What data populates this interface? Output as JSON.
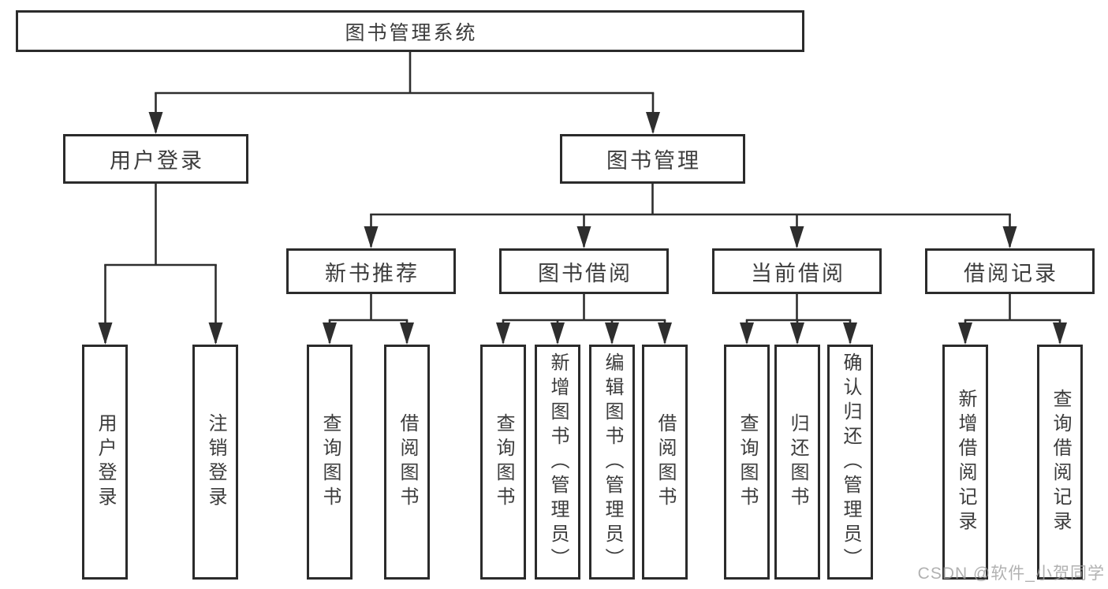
{
  "diagram": {
    "type": "hierarchy-tree",
    "tree": {
      "root": {
        "label": "图书管理系统",
        "children": [
          {
            "label": "用户登录",
            "children": [
              {
                "label": "用户登录"
              },
              {
                "label": "注销登录"
              }
            ]
          },
          {
            "label": "图书管理",
            "children": [
              {
                "label": "新书推荐",
                "children": [
                  {
                    "label": "查询图书"
                  },
                  {
                    "label": "借阅图书"
                  }
                ]
              },
              {
                "label": "图书借阅",
                "children": [
                  {
                    "label": "查询图书"
                  },
                  {
                    "label": "新增图书（管理员）"
                  },
                  {
                    "label": "编辑图书（管理员）"
                  },
                  {
                    "label": "借阅图书"
                  }
                ]
              },
              {
                "label": "当前借阅",
                "children": [
                  {
                    "label": "查询图书"
                  },
                  {
                    "label": "归还图书"
                  },
                  {
                    "label": "确认归还（管理员）"
                  }
                ]
              },
              {
                "label": "借阅记录",
                "children": [
                  {
                    "label": "新增借阅记录"
                  },
                  {
                    "label": "查询借阅记录"
                  }
                ]
              }
            ]
          }
        ]
      }
    },
    "colors": {
      "line": "#2e2e2e",
      "box_border": "#2b2b2b",
      "text": "#3c3c3c",
      "background": "#ffffff",
      "watermark": "#9e9e9e"
    }
  },
  "watermark": "CSDN @软件_小贺同学"
}
